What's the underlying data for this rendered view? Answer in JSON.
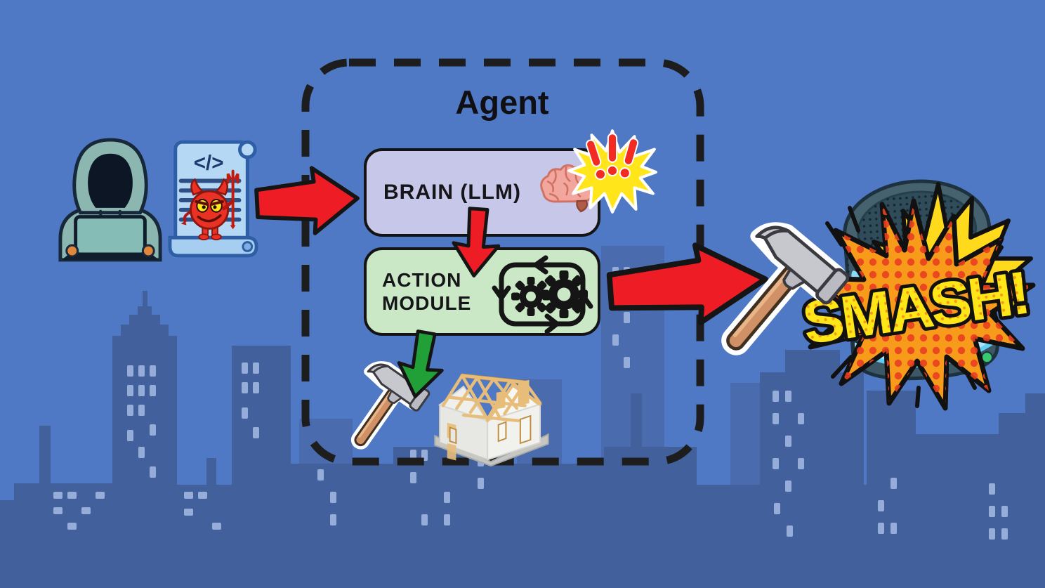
{
  "agent": {
    "title": "Agent",
    "brain_box": {
      "label": "BRAIN (LLM)"
    },
    "action_box": {
      "label_line1": "ACTION",
      "label_line2": "MODULE"
    }
  },
  "scroll": {
    "code_text": "</>"
  },
  "smash": {
    "text": "SMASH!"
  },
  "icons": [
    "hacker-icon",
    "malicious-script-scroll-icon",
    "devil-icon",
    "code-icon",
    "brain-icon",
    "alert-exclamations-icon",
    "gears-cycle-icon",
    "red-arrow-icon",
    "green-arrow-icon",
    "hammer-icon",
    "house-construction-icon",
    "smash-burst-icon",
    "smart-speaker-icon"
  ],
  "colors": {
    "sky": "#5079c5",
    "skyline": "#42619c",
    "skyline_mid": "#4a6cae",
    "window": "#96add9",
    "dash": "#1d1d1d",
    "box_border": "#141414",
    "brain_box": "#c7c8e9",
    "action_box": "#cbe8c6",
    "arrow_red": "#ee1c25",
    "arrow_green": "#21a038",
    "outline": "#151515",
    "burst_orange": "#f89b1b",
    "burst_yellow": "#ffd91c",
    "burst_dot": "#e8401f",
    "smash_yellow": "#ffe616",
    "smash_dot": "#f5991d",
    "star_yellow": "#ffe51a",
    "excl_red": "#f22c23",
    "speaker_body": "#3c5766",
    "speaker_band": "#aee4fa",
    "hoodie": "#8cb7b0",
    "scroll_fill": "#b5d9f4",
    "scroll_border": "#2e5ea6",
    "devil_red": "#e93223",
    "beam": "#e7bd79",
    "wall": "#f1f1ee",
    "hammer_handle": "#cf9165",
    "hammer_head": "#c7c8ce",
    "brain_pink": "#f2a69d"
  }
}
